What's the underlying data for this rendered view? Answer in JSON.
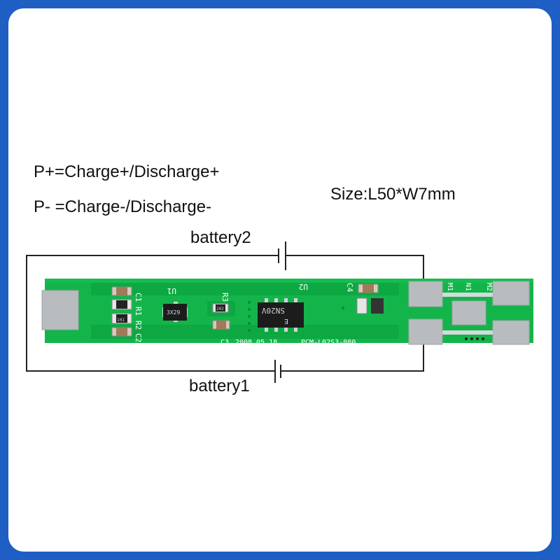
{
  "labels": {
    "p_plus": "P+=Charge+/Discharge+",
    "p_minus": "P- =Charge-/Discharge-",
    "size": "Size:L50*W7mm",
    "battery2": "battery2",
    "battery1": "battery1"
  },
  "pcb": {
    "silkscreen": {
      "c1": "C1",
      "r1": "R1",
      "r2": "R2",
      "c2": "C2",
      "u1": "U1",
      "r3": "R3",
      "u2": "U2",
      "c4": "C4",
      "c3": "C3",
      "m1": "M1",
      "n1": "N1",
      "m2": "M2",
      "board_code": "PCM-L02S3-080",
      "date_code": "2008.05.18"
    },
    "chip_marks": {
      "u1": "3X29",
      "u2_top": "SN20V",
      "u2_bottom": "E",
      "r3": "202",
      "r2": "101"
    }
  },
  "colors": {
    "frame": "#1f5fc4",
    "board": "#13b54a",
    "pad": "#b9bcbe"
  }
}
